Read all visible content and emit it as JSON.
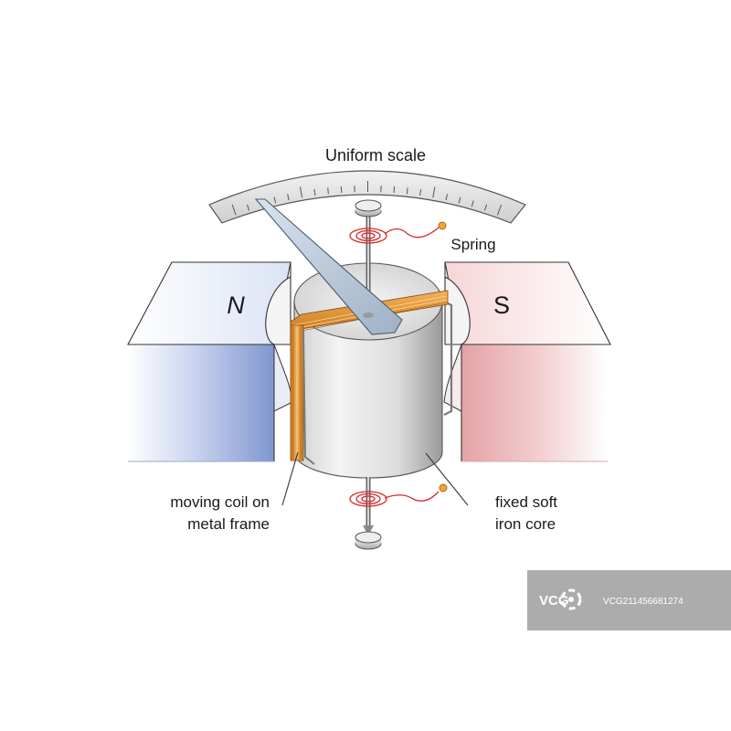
{
  "labels": {
    "scale": "Uniform scale",
    "spring": "Spring",
    "north_pole": "N",
    "south_pole": "S",
    "coil_line1": "moving coil on",
    "coil_line2": "metal frame",
    "core_line1": "fixed soft",
    "core_line2": "iron core"
  },
  "watermark": {
    "brand": "VCG",
    "id": "VCG211456681274"
  },
  "colors": {
    "north_magnet": "#7f96d0",
    "south_magnet": "#e6a7aa",
    "coil": "#e39a3a",
    "spring": "#d42a2a",
    "terminal": "#f0a535",
    "core": "#c8c8c8"
  }
}
